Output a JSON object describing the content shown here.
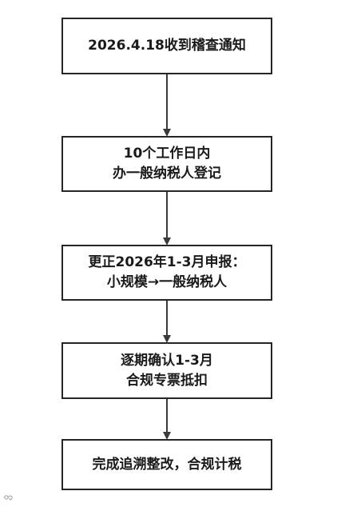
{
  "flowchart": {
    "nodes": [
      {
        "lines": [
          "2026.4.18收到稽查通知"
        ]
      },
      {
        "lines": [
          "10个工作日内",
          "办一般纳税人登记"
        ]
      },
      {
        "lines": [
          "更正2026年1-3月申报：",
          "小规模→一般纳税人"
        ]
      },
      {
        "lines": [
          "逐期确认1-3月",
          "合规专票抵扣"
        ]
      },
      {
        "lines": [
          "完成追溯整改，合规计税"
        ]
      }
    ],
    "edges": [
      {
        "from": 0,
        "to": 1
      },
      {
        "from": 1,
        "to": 2
      },
      {
        "from": 2,
        "to": 3
      },
      {
        "from": 3,
        "to": 4
      }
    ]
  },
  "watermark": {
    "icon": "swirl-icon"
  }
}
